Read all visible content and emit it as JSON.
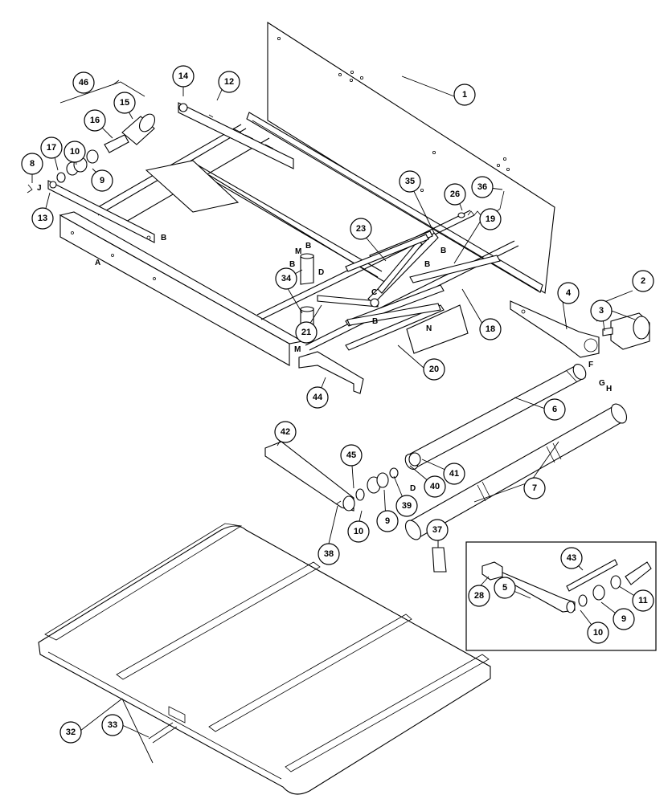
{
  "callouts": [
    {
      "id": "c1",
      "label": "1"
    },
    {
      "id": "c2",
      "label": "2"
    },
    {
      "id": "c3",
      "label": "3"
    },
    {
      "id": "c4",
      "label": "4"
    },
    {
      "id": "c5",
      "label": "5"
    },
    {
      "id": "c6",
      "label": "6"
    },
    {
      "id": "c7",
      "label": "7"
    },
    {
      "id": "c8",
      "label": "8"
    },
    {
      "id": "c9a",
      "label": "9"
    },
    {
      "id": "c9b",
      "label": "9"
    },
    {
      "id": "c9c",
      "label": "9"
    },
    {
      "id": "c10a",
      "label": "10"
    },
    {
      "id": "c10b",
      "label": "10"
    },
    {
      "id": "c10c",
      "label": "10"
    },
    {
      "id": "c11",
      "label": "11"
    },
    {
      "id": "c12",
      "label": "12"
    },
    {
      "id": "c13",
      "label": "13"
    },
    {
      "id": "c14",
      "label": "14"
    },
    {
      "id": "c15",
      "label": "15"
    },
    {
      "id": "c16",
      "label": "16"
    },
    {
      "id": "c17",
      "label": "17"
    },
    {
      "id": "c18",
      "label": "18"
    },
    {
      "id": "c19",
      "label": "19"
    },
    {
      "id": "c20",
      "label": "20"
    },
    {
      "id": "c21",
      "label": "21"
    },
    {
      "id": "c23",
      "label": "23"
    },
    {
      "id": "c26",
      "label": "26"
    },
    {
      "id": "c28",
      "label": "28"
    },
    {
      "id": "c32",
      "label": "32"
    },
    {
      "id": "c33",
      "label": "33"
    },
    {
      "id": "c34",
      "label": "34"
    },
    {
      "id": "c35",
      "label": "35"
    },
    {
      "id": "c36",
      "label": "36"
    },
    {
      "id": "c37",
      "label": "37"
    },
    {
      "id": "c38",
      "label": "38"
    },
    {
      "id": "c39",
      "label": "39"
    },
    {
      "id": "c40",
      "label": "40"
    },
    {
      "id": "c41",
      "label": "41"
    },
    {
      "id": "c42",
      "label": "42"
    },
    {
      "id": "c43",
      "label": "43"
    },
    {
      "id": "c44",
      "label": "44"
    },
    {
      "id": "c45",
      "label": "45"
    },
    {
      "id": "c46",
      "label": "46"
    }
  ],
  "letters": [
    {
      "id": "lJ",
      "label": "J"
    },
    {
      "id": "lB1",
      "label": "B"
    },
    {
      "id": "lA",
      "label": "A"
    },
    {
      "id": "lB2",
      "label": "B"
    },
    {
      "id": "lM1",
      "label": "M"
    },
    {
      "id": "lB3",
      "label": "B"
    },
    {
      "id": "lD1",
      "label": "D"
    },
    {
      "id": "lB4",
      "label": "B"
    },
    {
      "id": "lB5",
      "label": "B"
    },
    {
      "id": "lC",
      "label": "C"
    },
    {
      "id": "lB6",
      "label": "B"
    },
    {
      "id": "lM2",
      "label": "M"
    },
    {
      "id": "lN",
      "label": "N"
    },
    {
      "id": "lF",
      "label": "F"
    },
    {
      "id": "lG",
      "label": "G"
    },
    {
      "id": "lH",
      "label": "H"
    },
    {
      "id": "lD2",
      "label": "D"
    }
  ]
}
